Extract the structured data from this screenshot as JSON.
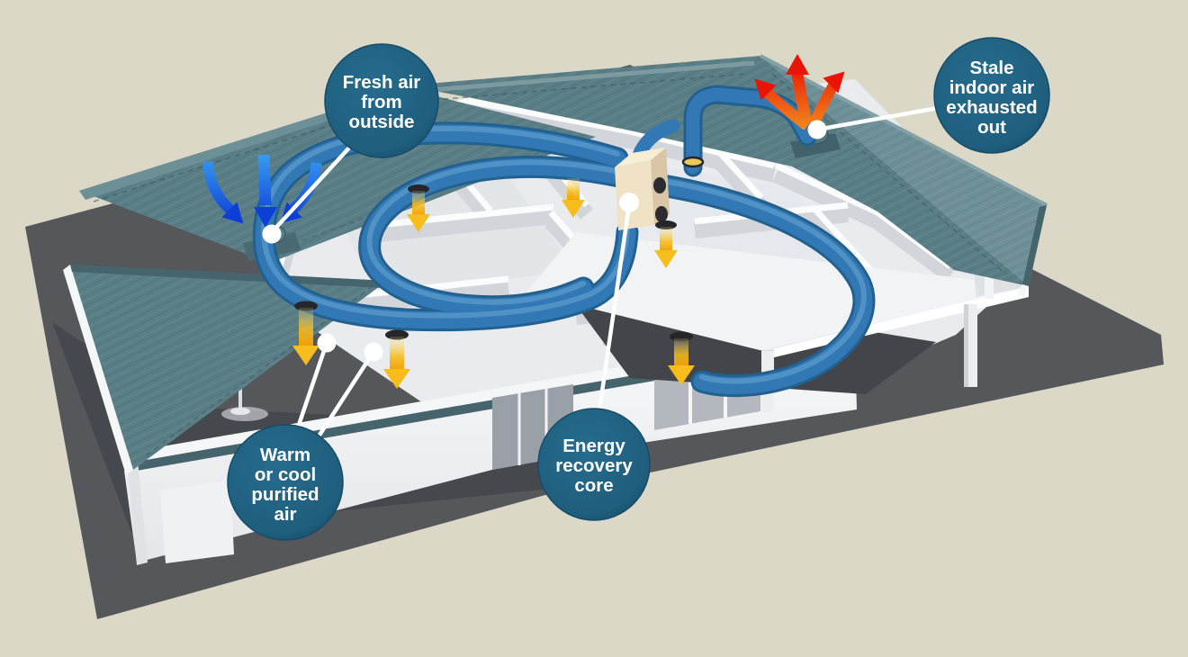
{
  "diagram": {
    "subject": "Whole-home energy recovery ventilation system cutaway illustration",
    "house": "3D cutaway single-storey house with teal hip roof, internal blue duct network and carport",
    "callouts": [
      {
        "id": "fresh-air",
        "label": "Fresh air from outside",
        "lines": [
          "Fresh air",
          "from",
          "outside"
        ]
      },
      {
        "id": "stale-air",
        "label": "Stale indoor air exhausted out",
        "lines": [
          "Stale",
          "indoor air",
          "exhausted",
          "out"
        ]
      },
      {
        "id": "purified-air",
        "label": "Warm or cool purified air",
        "lines": [
          "Warm",
          "or cool",
          "purified",
          "air"
        ]
      },
      {
        "id": "energy-core",
        "label": "Energy recovery core",
        "lines": [
          "Energy",
          "recovery",
          "core"
        ]
      }
    ],
    "flows": [
      {
        "id": "fresh-intake",
        "meaning": "fresh outdoor air drawn in through roof intake vent",
        "color": "#1563e0"
      },
      {
        "id": "stale-exhaust",
        "meaning": "stale indoor air exhausted out through roof vent",
        "color": "#e91405"
      },
      {
        "id": "supply-air",
        "meaning": "warm or cool purified air delivered to rooms",
        "color": "#f7bd1c"
      }
    ],
    "colors": {
      "bg": "#dcd8c8",
      "ground": "#55575b",
      "roof": "#5a7e86",
      "duct": "#3178b4",
      "core_front": "#f0e2c4",
      "supply": "#f7bd1c",
      "fresh_light": "#3aa0f2",
      "fresh_deep": "#0d3fd6",
      "exhaust_base": "#f2901e",
      "exhaust_tip": "#e91405",
      "bubble": "#1f5e7d",
      "label": "#ffffff",
      "leader": "#ffffff"
    }
  }
}
